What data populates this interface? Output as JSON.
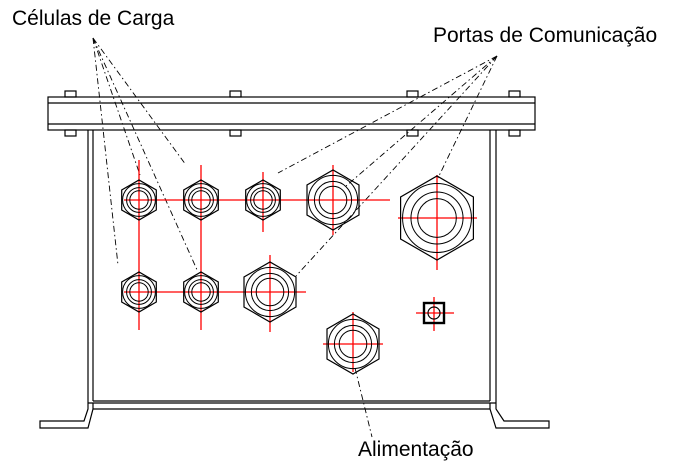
{
  "labels": {
    "load_cells": "Células de Carga",
    "comm_ports": "Portas de Comunicação",
    "power": "Alimentação"
  },
  "colors": {
    "line": "#000000",
    "centerline": "#ff0000",
    "background": "#ffffff"
  }
}
